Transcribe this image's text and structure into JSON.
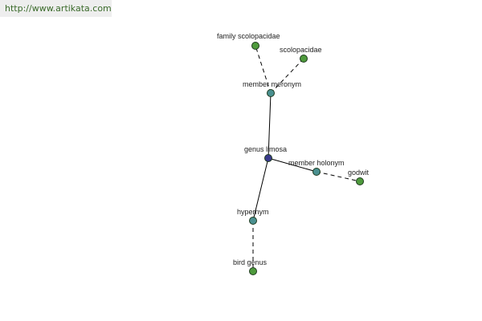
{
  "banner": {
    "url": "http://www.artikata.com"
  },
  "colors": {
    "center_node": "#3a3a8c",
    "relation_node": "#4a9090",
    "leaf_node": "#4e9a3c",
    "node_stroke": "#1e3a1e",
    "edge": "#000000",
    "banner_text": "#3a6a2a"
  },
  "graph": {
    "nodes": [
      {
        "id": "genus-limosa",
        "label": "genus limosa",
        "kind": "center"
      },
      {
        "id": "member-meronym",
        "label": "member meronym",
        "kind": "relation"
      },
      {
        "id": "member-holonym",
        "label": "member holonym",
        "kind": "relation"
      },
      {
        "id": "hypernym",
        "label": "hypernym",
        "kind": "relation"
      },
      {
        "id": "family-scolopacidae",
        "label": "family scolopacidae",
        "kind": "leaf"
      },
      {
        "id": "scolopacidae",
        "label": "scolopacidae",
        "kind": "leaf"
      },
      {
        "id": "godwit",
        "label": "godwit",
        "kind": "leaf"
      },
      {
        "id": "bird-genus",
        "label": "bird genus",
        "kind": "leaf"
      }
    ],
    "edges": [
      {
        "from": "genus-limosa",
        "to": "member-meronym",
        "style": "solid"
      },
      {
        "from": "genus-limosa",
        "to": "member-holonym",
        "style": "solid"
      },
      {
        "from": "genus-limosa",
        "to": "hypernym",
        "style": "solid"
      },
      {
        "from": "member-meronym",
        "to": "family-scolopacidae",
        "style": "dashed"
      },
      {
        "from": "member-meronym",
        "to": "scolopacidae",
        "style": "dashed"
      },
      {
        "from": "member-holonym",
        "to": "godwit",
        "style": "dashed"
      },
      {
        "from": "hypernym",
        "to": "bird-genus",
        "style": "dashed"
      }
    ]
  }
}
